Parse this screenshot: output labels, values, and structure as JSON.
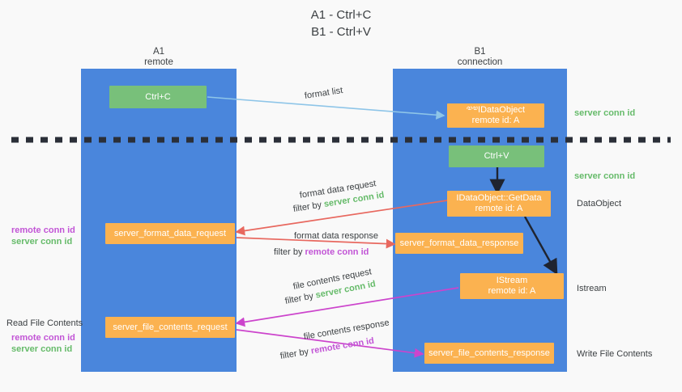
{
  "title": {
    "line1": "A1 - Ctrl+C",
    "line2": "B1 - Ctrl+V"
  },
  "lanes": [
    {
      "name": "A1",
      "sub": "remote"
    },
    {
      "name": "B1",
      "sub": "connection"
    }
  ],
  "nodes": {
    "ctrl_c": "Ctrl+C",
    "ctrl_v": "Ctrl+V",
    "set_data_object_l1": "༧༧IDataObject",
    "set_data_object_l2": "remote id: A",
    "get_data_l1": "IDataObject::GetData",
    "get_data_l2": "remote id: A",
    "istream_l1": "IStream",
    "istream_l2": "remote id: A",
    "server_format_data_request": "server_format_data_request",
    "server_format_data_response": "server_format_data_response",
    "server_file_contents_request": "server_file_contents_request",
    "server_file_contents_response": "server_file_contents_response"
  },
  "edge_labels": {
    "format_list": "format list",
    "format_data_request": "format data request",
    "format_data_request_filter_prefix": "filter by ",
    "format_data_request_filter_value": "server conn id",
    "format_data_response": "format data response",
    "format_data_response_filter_prefix": "filter by ",
    "format_data_response_filter_value": "remote conn id",
    "file_contents_request": "file contents request",
    "file_contents_request_filter_prefix": "filter by ",
    "file_contents_request_filter_value": "server conn id",
    "file_contents_response": "file contents response",
    "file_contents_response_filter_prefix": "filter by ",
    "file_contents_response_filter_value": "remote conn id"
  },
  "left_annotations": {
    "remote_conn_id_1": "remote conn id",
    "server_conn_id_1": "server conn id",
    "read_file_contents": "Read File Contents",
    "remote_conn_id_2": "remote conn id",
    "server_conn_id_2": "server conn id"
  },
  "right_annotations": {
    "server_conn_id_1": "server conn id",
    "server_conn_id_2": "server conn id",
    "data_object": "DataObject",
    "istream": "Istream",
    "write_file_contents": "Write File Contents"
  },
  "colors": {
    "lane": "#4a86dc",
    "orange": "#fbb250",
    "green_box": "#78c07a",
    "green_text": "#66bb6a",
    "purple_text": "#c255d6",
    "arrow_light_blue": "#8ec5e8",
    "arrow_red": "#e8685f",
    "arrow_magenta": "#cc44cc",
    "arrow_dark": "#1f2430",
    "background": "#f9f9f9"
  }
}
